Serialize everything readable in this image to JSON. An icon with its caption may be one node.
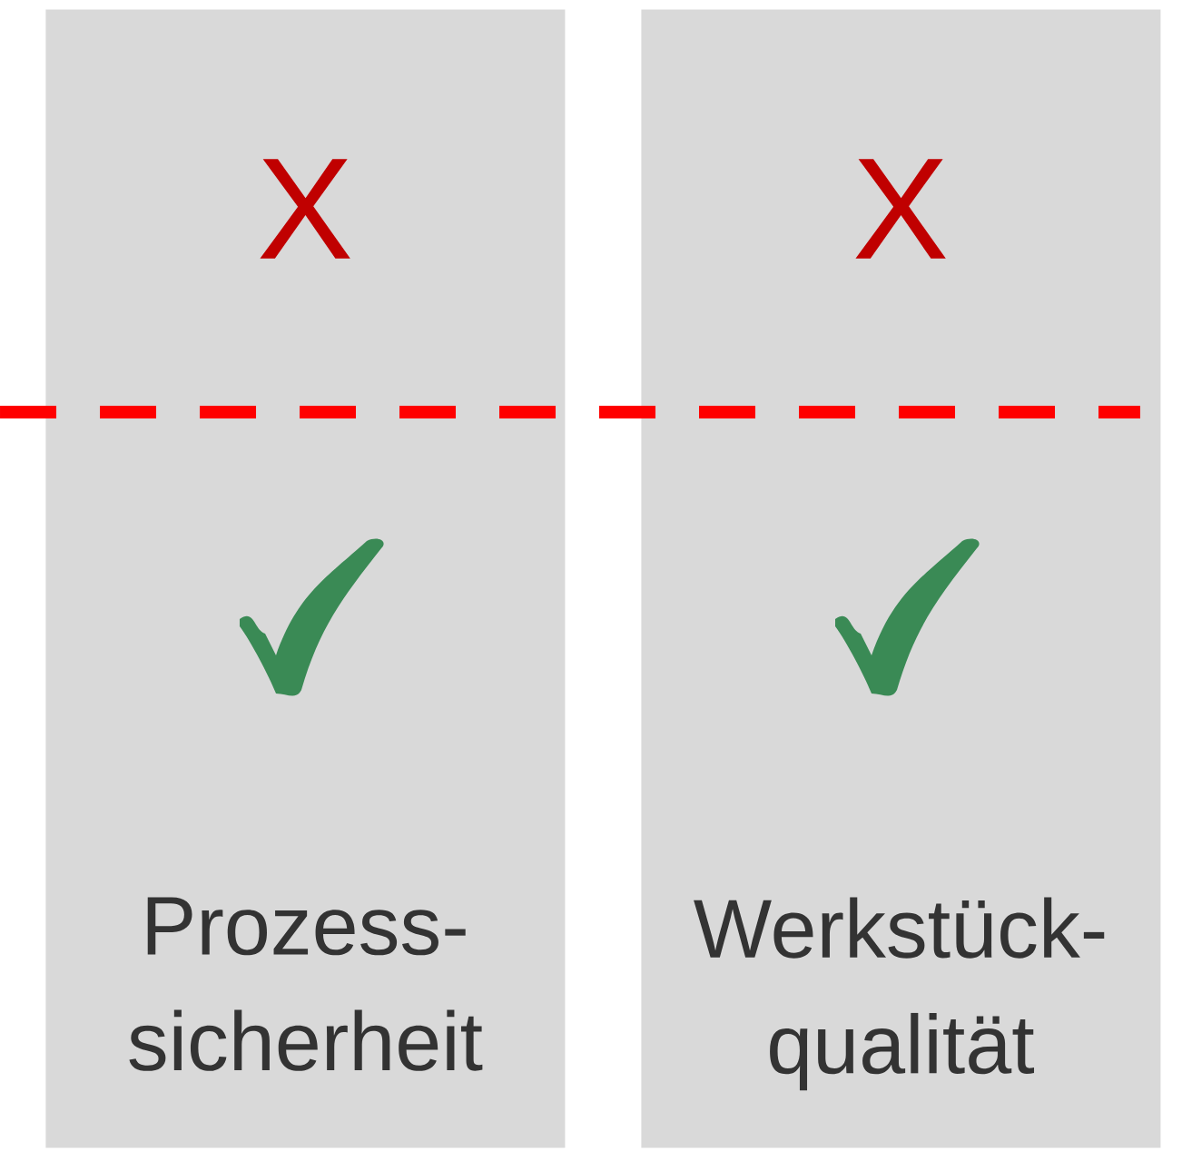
{
  "diagram": {
    "nodes": [
      {
        "text": [
          "X",
          "Prozess- sicherheit"
        ]
      },
      {
        "text": [
          "X",
          "Werkstück- qualität"
        ]
      }
    ]
  }
}
